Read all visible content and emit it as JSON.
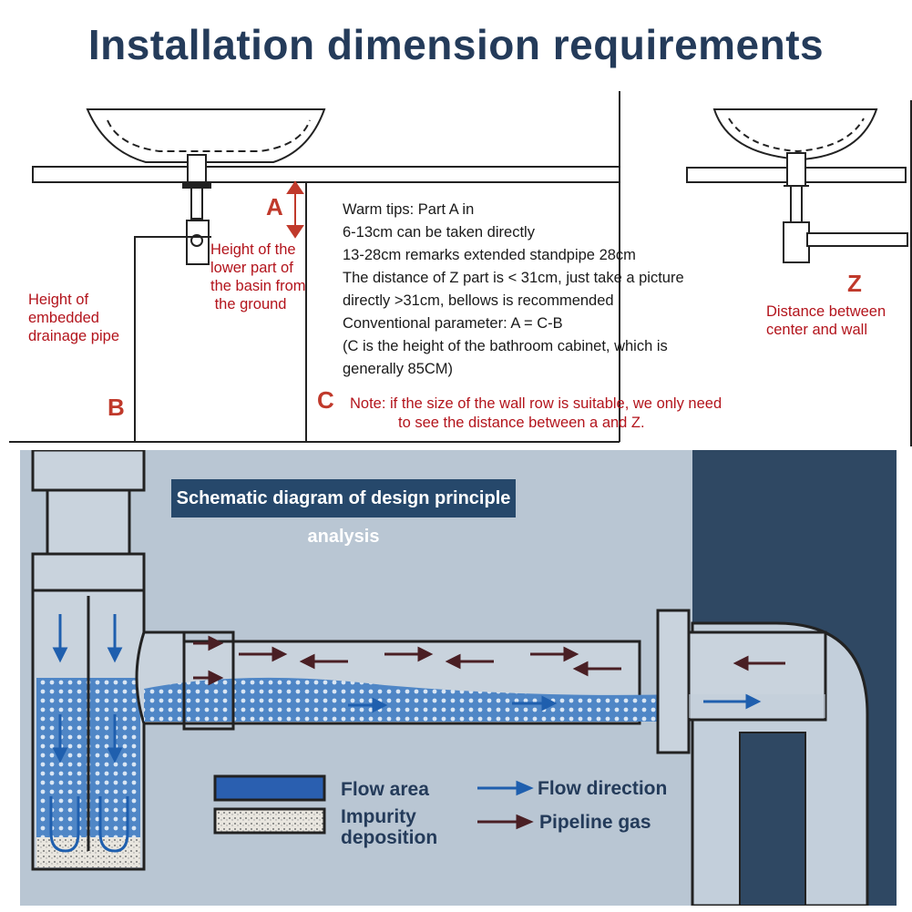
{
  "title": "Installation dimension requirements",
  "labels": {
    "a": "A",
    "b": "B",
    "c": "C",
    "z": "Z",
    "basin_height": [
      "Height of the",
      "lower part of",
      "the basin from",
      " the ground"
    ],
    "drain_height": [
      "Height of",
      "embedded",
      "drainage pipe"
    ],
    "wall_distance": [
      "Distance between",
      "center and wall"
    ]
  },
  "tips": [
    "Warm tips: Part A in",
    "6-13cm can be taken directly",
    "13-28cm remarks extended standpipe 28cm",
    "The distance of Z part is < 31cm, just take a picture",
    "directly >31cm, bellows is recommended",
    "Conventional parameter: A = C-B",
    "(C is the height of the bathroom cabinet, which is",
    "generally 85CM)"
  ],
  "note": [
    "Note: if the size of the wall row is suitable, we only need",
    "to see the distance between a and Z."
  ],
  "schematic": {
    "banner": "Schematic diagram of design principle analysis",
    "legend": {
      "flow_area": "Flow area",
      "impurity": [
        "Impurity",
        "deposition"
      ],
      "flow_direction": "Flow direction",
      "pipeline_gas": "Pipeline gas"
    },
    "colors": {
      "background": "#b9c6d3",
      "wall": "#2f4863",
      "water": "#4f86c6",
      "flow_arrow": "#1f5fae",
      "gas_arrow": "#4a1f24",
      "banner": "#26486b"
    }
  }
}
